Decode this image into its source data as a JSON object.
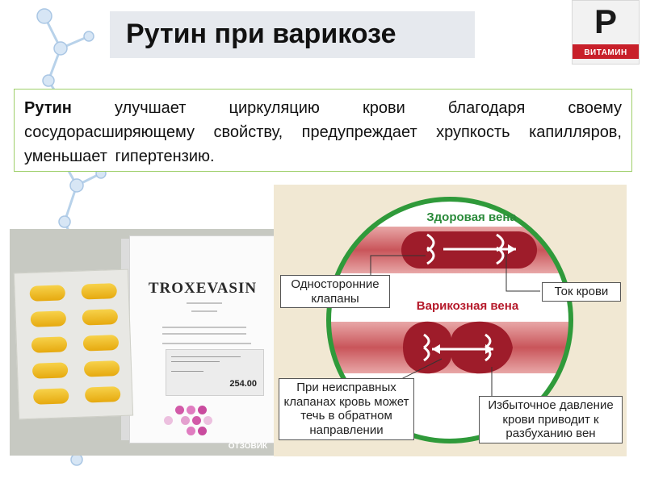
{
  "slide": {
    "title": "Рутин при варикозе",
    "description": {
      "lead": "Рутин",
      "rest": " улучшает циркуляцию крови благодаря своему сосудорасширяющему свойству, предупреждает хрупкость капилляров, уменьшает гипертензию."
    }
  },
  "logo": {
    "letter": "Р",
    "caption": "ВИТАМИН"
  },
  "photo": {
    "brand": "TROXEVASIN",
    "price": "254.00",
    "watermark": "ОТЗОВИК"
  },
  "diagram": {
    "healthy_heading": "Здоровая вена",
    "varicose_heading": "Варикозная вена",
    "valves_label": "Односторонние клапаны",
    "flow_label": "Ток крови",
    "reverse_flow_label": "При неисправных клапанах кровь может течь в обратном направлении",
    "pressure_label": "Избыточное давление крови приводит к разбуханию вен"
  },
  "colors": {
    "title_bg": "#e6e9ee",
    "text_border": "#9ecf6a",
    "vein_red": "#9e1c2a",
    "circle_green": "#2f9a3a",
    "logo_red": "#c8202a"
  }
}
